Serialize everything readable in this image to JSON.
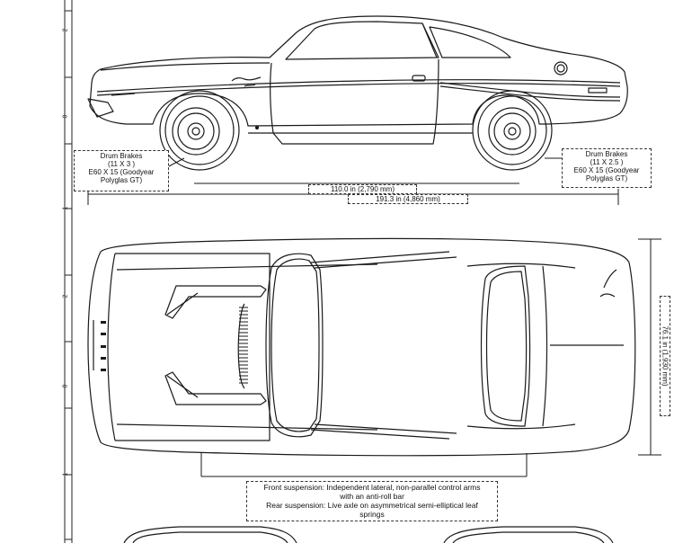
{
  "side_view": {
    "front_brake_note": [
      "Drum Brakes",
      "(11 X 3 )",
      "E60 X 15 (Goodyear",
      "Polyglas GT)"
    ],
    "rear_brake_note": [
      "Drum Brakes",
      "(11 X 2.5 )",
      "E60 X 15 (Goodyear",
      "Polyglas GT)"
    ],
    "wheelbase_label": "110.0 in (2,790 mm)",
    "length_label": "191.3 in (4,860 mm)"
  },
  "top_view": {
    "width_label": "76.1 in (1,930 mm)"
  },
  "suspension_note": [
    "Front suspension: Independent lateral, non-parallel control arms",
    "with an anti-roll bar",
    "Rear suspension: Live axle on asymmetrical semi-elliptical leaf",
    "springs"
  ],
  "ruler": {
    "marks": [
      "2",
      "0",
      "1",
      "2",
      "0",
      "1"
    ]
  },
  "colors": {
    "line": "#1a1a1a",
    "background": "#ffffff"
  }
}
